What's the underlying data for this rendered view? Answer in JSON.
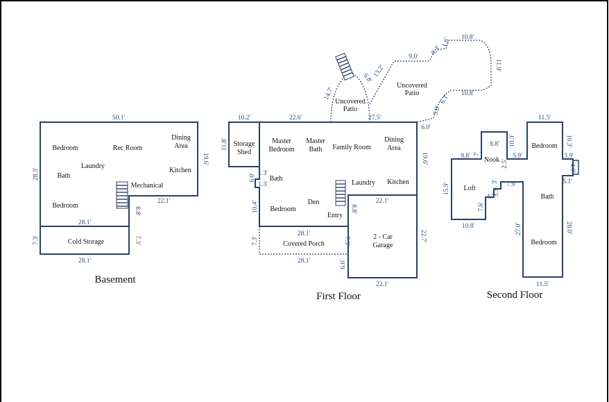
{
  "basement": {
    "title": "Basement",
    "rooms": {
      "bedroom_top": "Bedroom",
      "rec_room": "Rec Room",
      "dining_area_line1": "Dining",
      "dining_area_line2": "Area",
      "laundry": "Laundry",
      "bath": "Bath",
      "kitchen": "Kitchen",
      "mechanical": "Mechanical",
      "bedroom_bottom": "Bedroom",
      "cold_storage": "Cold Storage"
    },
    "dims": {
      "top": "50.1'",
      "left": "28.3'",
      "right": "19.6'",
      "step_h": "22.1'",
      "step_v": "8.8'",
      "mid": "28.1'",
      "cold_left": "7.3'",
      "cold_right": "7.3'",
      "bottom": "28.1'"
    }
  },
  "first_floor": {
    "title": "First Floor",
    "rooms": {
      "storage_shed_line1": "Storage",
      "storage_shed_line2": "Shed",
      "master_bedroom_line1": "Master",
      "master_bedroom_line2": "Bedroom",
      "master_bath_line1": "Master",
      "master_bath_line2": "Bath",
      "family_room": "Family Room",
      "dining_area_line1": "Dining",
      "dining_area_line2": "Area",
      "bath": "Bath",
      "laundry": "Laundry",
      "kitchen": "Kitchen",
      "den": "Den",
      "bedroom": "Bedroom",
      "entry": "Entry",
      "covered_porch": "Covered Porch",
      "garage_line1": "2 - Car",
      "garage_line2": "Garage",
      "uncovered_patio_a_line1": "Uncovered",
      "uncovered_patio_a_line2": "Patio",
      "uncovered_patio_b_line1": "Uncovered",
      "uncovered_patio_b_line2": "Patio"
    },
    "dims": {
      "shed_top": "10.2'",
      "shed_left": "11.8'",
      "top_a": "22.6'",
      "top_b": "27.5'",
      "right_a": "6.0'",
      "right_b": "19.6'",
      "notch_a": "6.0'",
      "notch_b": "1.3'",
      "notch_c": "1.3'",
      "left_lower": "10.4'",
      "kitchen_bottom": "22.1'",
      "entry_v": "8.8'",
      "porch_top": "28.1'",
      "porch_left": "7.3'",
      "porch_right": "7.3'",
      "porch_bottom": "28.1'",
      "garage_right": "22.7'",
      "garage_left": "6.6'",
      "garage_bottom": "22.1'",
      "patio_a": "14.7'",
      "patio_b": "6.8'",
      "patio_c": "13.2'",
      "patio_d": "9.0'",
      "patio_e": "8.3'",
      "patio_f": "1.6'",
      "patio_g": "10.8'",
      "patio_h": "11.9'",
      "patio_i": "10.8'",
      "patio_j": "6.1'",
      "patio_k": "5.8'"
    }
  },
  "second_floor": {
    "title": "Second Floor",
    "rooms": {
      "nook": "Nook",
      "bedroom_top": "Bedroom",
      "loft": "Loft",
      "bath": "Bath",
      "bedroom_bottom": "Bedroom"
    },
    "dims": {
      "top_right": "11.5'",
      "nook_top": "8.8'",
      "left_top": "9.8'",
      "nook_left": "7'",
      "nook_right_a": "10.3'",
      "nook_right_b": "2.5'",
      "right_a": "10.3'",
      "right_b": "3.9'",
      "right_c": "4.0'",
      "right_d": "5.1'",
      "step_a": "5.9'",
      "left": "15.9'",
      "loft_a": "3'",
      "loft_b": "7.9'",
      "loft_c": "3.3'",
      "loft_d": "4.7'",
      "loft_e": "7.6'",
      "loft_bottom": "10.8'",
      "bath_left": "27.0'",
      "bath_right": "28.0'",
      "bottom": "11.5'"
    }
  }
}
